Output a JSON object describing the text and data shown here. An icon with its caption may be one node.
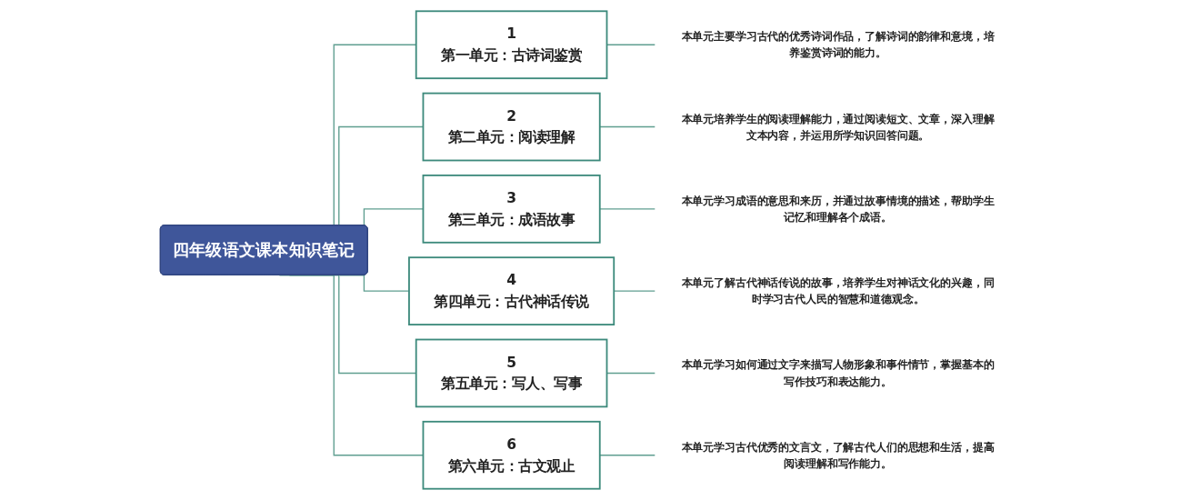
{
  "diagram": {
    "nodes": [
      {
        "text": [
          "四年级语文课本知识笔记"
        ]
      },
      {
        "text": [
          "1",
          "第一单元：古诗词鉴赏"
        ]
      },
      {
        "text": [
          "本单元主要学习古代的优秀诗词作品，了解诗词的韵律和意境，培养鉴赏诗词的能力。"
        ]
      },
      {
        "text": [
          "2",
          "第二单元：阅读理解"
        ]
      },
      {
        "text": [
          "本单元培养学生的阅读理解能力，通过阅读短文、文章，深入理解文本内容，并运用所学知识回答问题。"
        ]
      },
      {
        "text": [
          "3",
          "第三单元：成语故事"
        ]
      },
      {
        "text": [
          "本单元学习成语的意思和来历，并通过故事情境的描述，帮助学生记忆和理解各个成语。"
        ]
      },
      {
        "text": [
          "4",
          "第四单元：古代神话传说"
        ]
      },
      {
        "text": [
          "本单元了解古代神话传说的故事，培养学生对神话文化的兴趣，同时学习古代人民的智慧和道德观念。"
        ]
      },
      {
        "text": [
          "5",
          "第五单元：写人、写事"
        ]
      },
      {
        "text": [
          "本单元学习如何通过文字来描写人物形象和事件情节，掌握基本的写作技巧和表达能力。"
        ]
      },
      {
        "text": [
          "6",
          "第六单元：古文观止"
        ]
      },
      {
        "text": [
          "本单元学习古代优秀的文言文，了解古代人们的思想和生活，提高阅读理解和写作能力。"
        ]
      }
    ],
    "edges": [
      {
        "from": 0,
        "to": 1,
        "arrow": "none"
      },
      {
        "from": 0,
        "to": 3,
        "arrow": "none"
      },
      {
        "from": 0,
        "to": 5,
        "arrow": "none"
      },
      {
        "from": 0,
        "to": 7,
        "arrow": "none"
      },
      {
        "from": 0,
        "to": 9,
        "arrow": "none"
      },
      {
        "from": 0,
        "to": 11,
        "arrow": "none"
      },
      {
        "from": 1,
        "to": 2,
        "arrow": "none"
      },
      {
        "from": 3,
        "to": 4,
        "arrow": "none"
      },
      {
        "from": 5,
        "to": 6,
        "arrow": "none"
      },
      {
        "from": 7,
        "to": 8,
        "arrow": "none"
      },
      {
        "from": 9,
        "to": 10,
        "arrow": "none"
      },
      {
        "from": 11,
        "to": 12,
        "arrow": "none"
      }
    ]
  }
}
